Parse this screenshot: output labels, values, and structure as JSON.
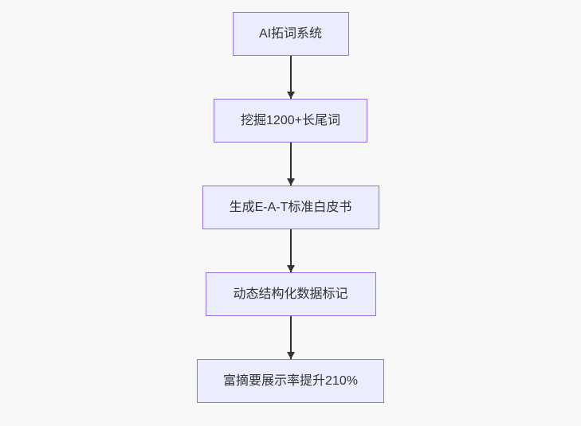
{
  "flowchart": {
    "type": "flowchart",
    "direction": "top-down",
    "nodes": [
      {
        "id": "n1",
        "label": "AI拓词系统"
      },
      {
        "id": "n2",
        "label": "挖掘1200+长尾词"
      },
      {
        "id": "n3",
        "label": "生成E-A-T标准白皮书"
      },
      {
        "id": "n4",
        "label": "动态结构化数据标记"
      },
      {
        "id": "n5",
        "label": "富摘要展示率提升210%"
      }
    ],
    "edges": [
      {
        "from": "n1",
        "to": "n2"
      },
      {
        "from": "n2",
        "to": "n3"
      },
      {
        "from": "n3",
        "to": "n4"
      },
      {
        "from": "n4",
        "to": "n5"
      }
    ],
    "colors": {
      "node_fill": "#ECECFF",
      "node_border": "#9370DB",
      "edge": "#333333",
      "text": "#333333",
      "background": "#F8F8F8"
    }
  }
}
